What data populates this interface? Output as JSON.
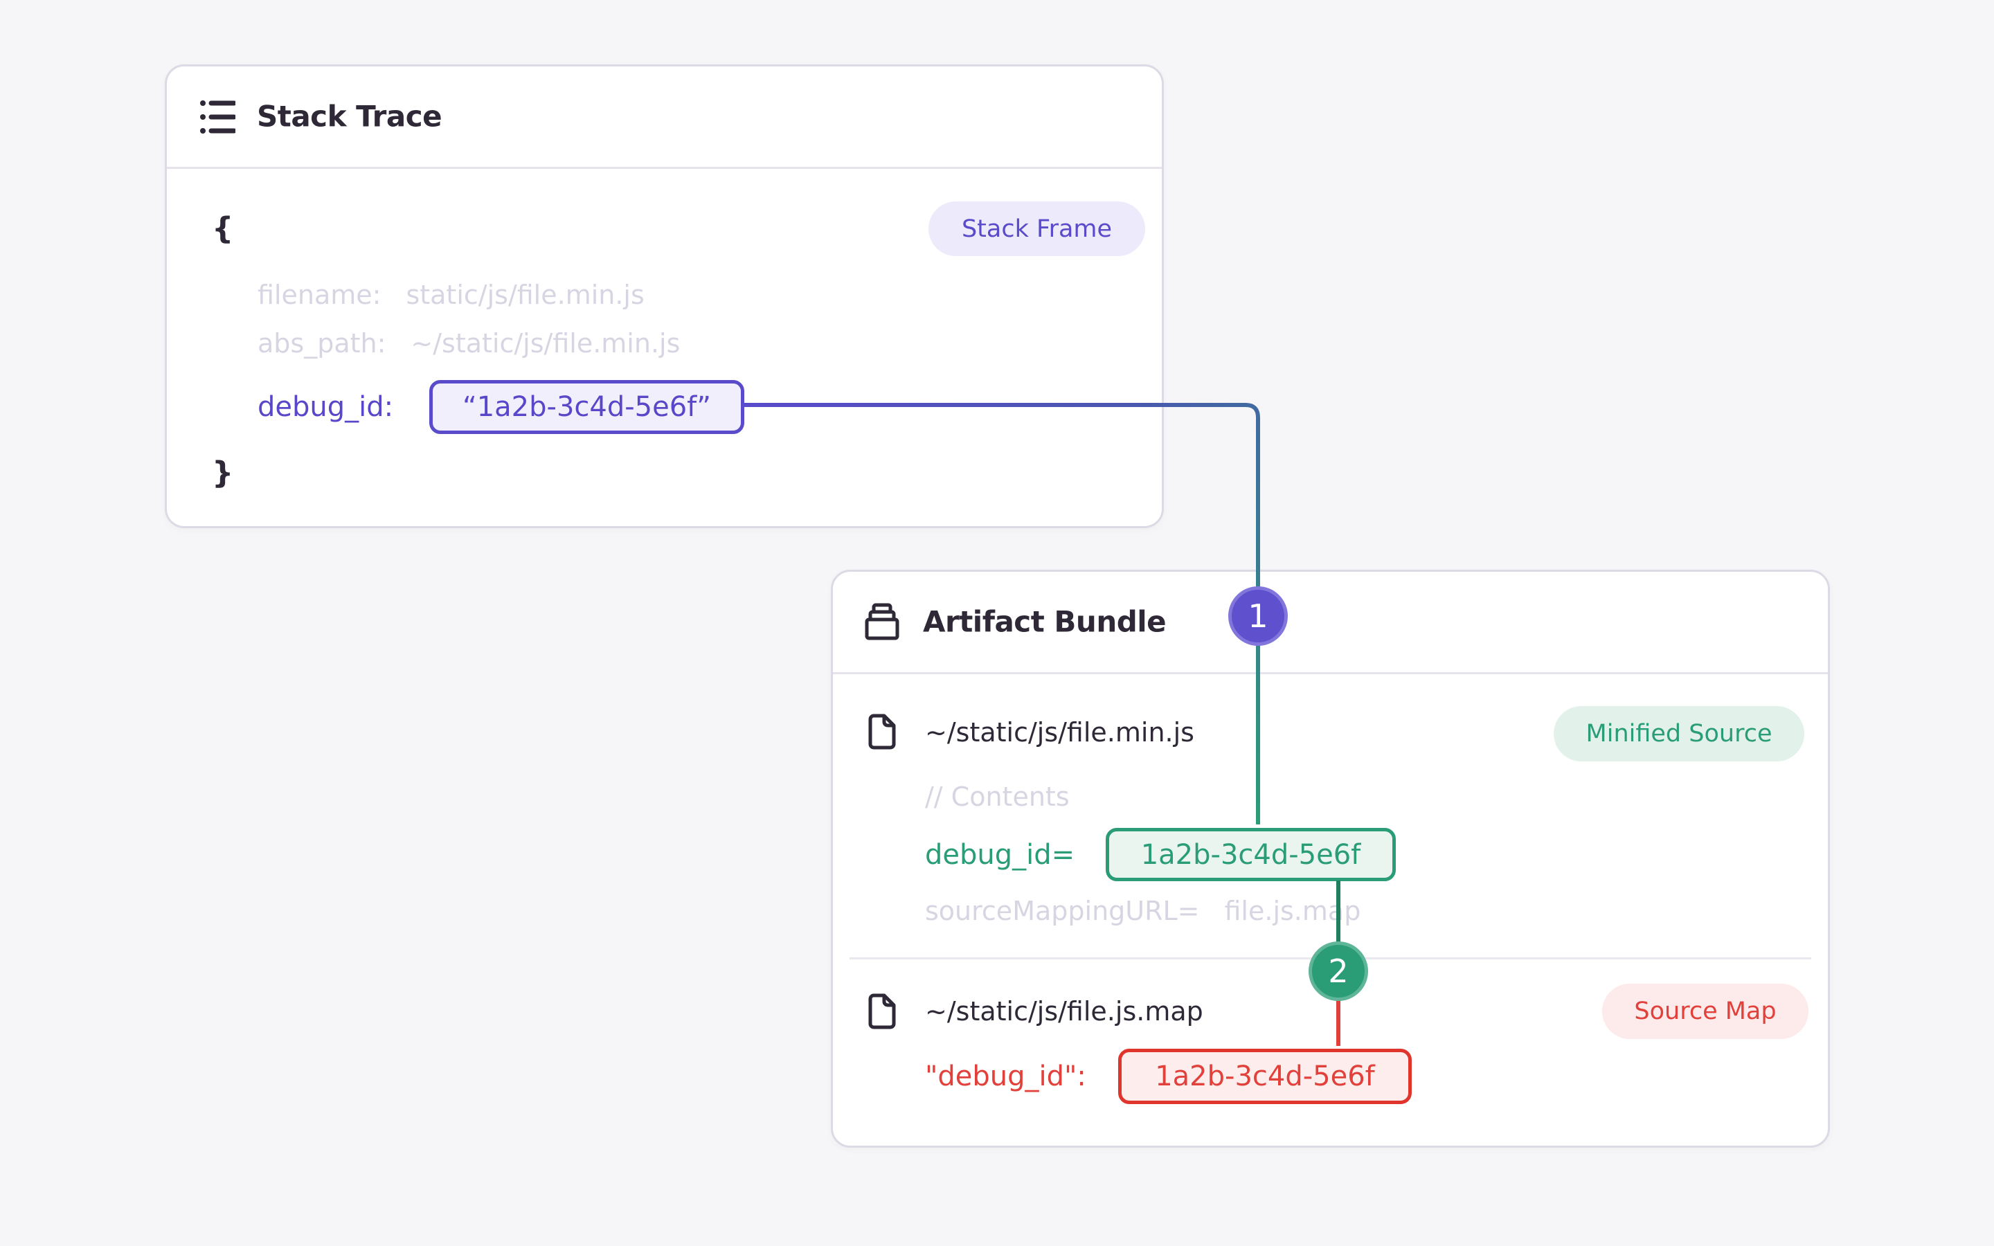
{
  "colors": {
    "page_bg": "#f6f6f8",
    "card_bg": "#ffffff",
    "card_border": "#ddd9e5",
    "divider": "#e6e3ed",
    "ink": "#2e2837",
    "muted_text": "#d8d5e3",
    "purple": "#5a4bcb",
    "purple_badge_bg": "#edeafb",
    "purple_box_bg": "#f1effc",
    "green": "#2a9d78",
    "green_badge_bg": "#e2f2ea",
    "green_box_bg": "#eaf5f0",
    "red": "#e2403a",
    "red_badge_bg": "#fdeaea",
    "red_box_bg": "#fdeded",
    "marker_one_fill": "#5f50cd",
    "marker_two_fill": "#2a9d77"
  },
  "stack_trace": {
    "title": "Stack Trace",
    "frame_badge": "Stack Frame",
    "brace_open": "{",
    "brace_close": "}",
    "fields": [
      {
        "key": "filename:",
        "value": "static/js/file.min.js"
      },
      {
        "key": "abs_path:",
        "value": "~/static/js/file.min.js"
      }
    ],
    "debug_key": "debug_id:",
    "debug_value": "“1a2b-3c4d-5e6f”"
  },
  "artifact_bundle": {
    "title": "Artifact Bundle",
    "minified": {
      "path": "~/static/js/file.min.js",
      "badge": "Minified Source",
      "comment": "// Contents",
      "debug_key": "debug_id=",
      "debug_value": "1a2b-3c4d-5e6f",
      "mapping_key": "sourceMappingURL=",
      "mapping_value": "file.js.map"
    },
    "source_map": {
      "path": "~/static/js/file.js.map",
      "badge": "Source Map",
      "debug_key": "\"debug_id\":",
      "debug_value": "1a2b-3c4d-5e6f"
    }
  },
  "markers": {
    "one": "1",
    "two": "2"
  }
}
